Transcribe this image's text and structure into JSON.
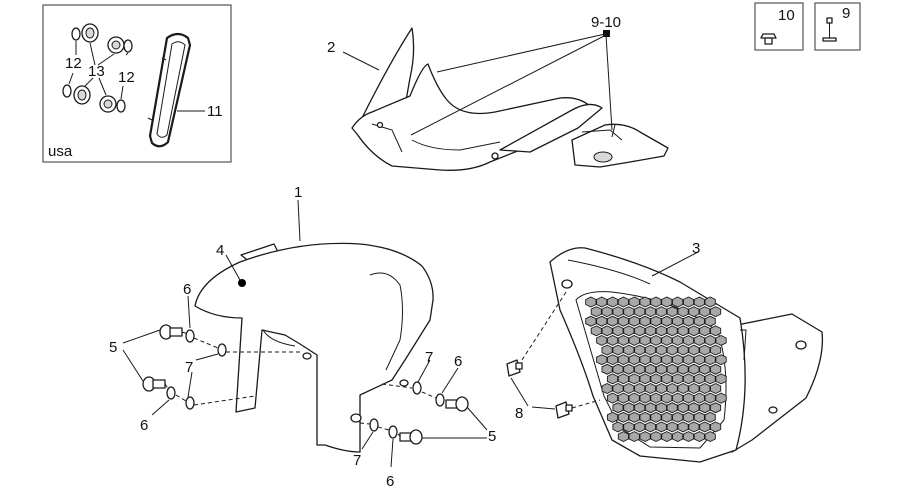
{
  "callouts": {
    "fender": "1",
    "windscreen": "2",
    "grille": "3",
    "fender_marker": "4",
    "screw_left": "5",
    "screw_right": "5",
    "washer_left_top": "6",
    "washer_left_bottom": "6",
    "washer_right_top": "6",
    "washer_right_bottom": "6",
    "spacer_left": "7",
    "spacer_right_top": "7",
    "spacer_right_bottom": "7",
    "grille_screw": "8",
    "kit_refs": "9-10",
    "inset_nut": "13",
    "inset_washer_left": "12",
    "inset_washer_right": "12",
    "inset_reflector": "11"
  },
  "inset": {
    "label": "usa"
  },
  "legend": [
    {
      "num": "10",
      "icon": "rivet-icon"
    },
    {
      "num": "9",
      "icon": "clip-icon"
    }
  ]
}
